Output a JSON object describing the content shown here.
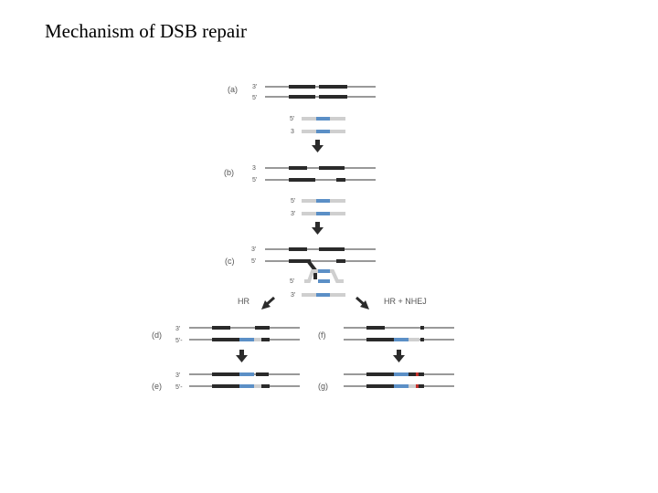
{
  "title": "Mechanism of DSB repair",
  "diagram": {
    "step_labels": {
      "a": "(a)",
      "b": "(b)",
      "c": "(c)",
      "d": "(d)",
      "e": "(e)",
      "f": "(f)",
      "g": "(g)"
    },
    "strand_labels": {
      "three_prime": "3'",
      "five_prime": "5'",
      "three_prime_unprimed": "3",
      "five_prime_trailing": "5'-"
    },
    "pathways": {
      "hr": "HR",
      "hr_nhej": "HR + NHEJ"
    },
    "colors": {
      "broken_chromosome": "#2a2a2a",
      "template_chromosome": "#cfcfcf",
      "homologous_region": "#5b8fc6",
      "nhej_junction": "#c4302b",
      "thin_line": "#333333",
      "arrow": "#2b2b2b"
    }
  }
}
